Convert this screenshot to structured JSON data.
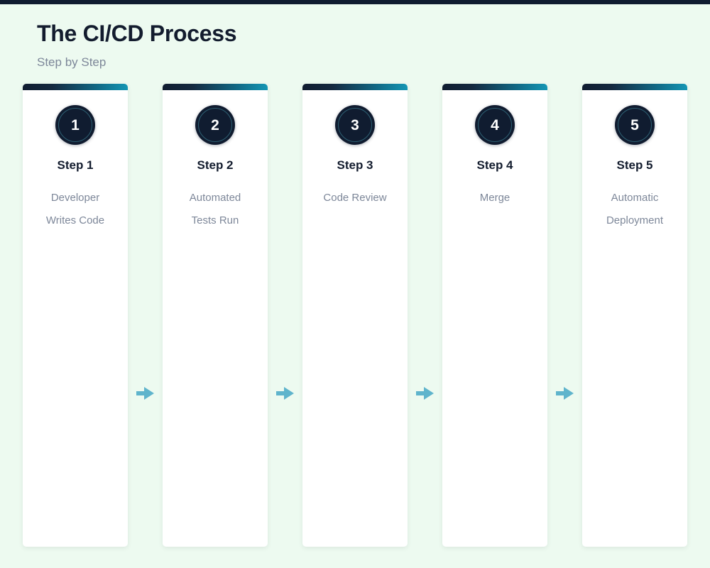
{
  "header": {
    "title": "The CI/CD Process",
    "subtitle": "Step by Step"
  },
  "colors": {
    "background": "#edfaf0",
    "card_background": "#ffffff",
    "top_strip": "#101c30",
    "title_text": "#131c2e",
    "muted_text": "#7d8799",
    "accent_gradient_start": "#101c30",
    "accent_gradient_end": "#1496b4",
    "badge_background": "#101c30",
    "badge_ring": "#2d5f72",
    "badge_number_text": "#ffffff",
    "arrow": "#5fb4cc"
  },
  "steps": [
    {
      "number": "1",
      "title": "Step 1",
      "description": "Developer Writes Code"
    },
    {
      "number": "2",
      "title": "Step 2",
      "description": "Automated Tests Run"
    },
    {
      "number": "3",
      "title": "Step 3",
      "description": "Code Review"
    },
    {
      "number": "4",
      "title": "Step 4",
      "description": "Merge"
    },
    {
      "number": "5",
      "title": "Step 5",
      "description": "Automatic Deployment"
    }
  ],
  "connectors": [
    {
      "icon": "arrow-right-icon"
    },
    {
      "icon": "arrow-right-icon"
    },
    {
      "icon": "arrow-right-icon"
    },
    {
      "icon": "arrow-right-icon"
    }
  ]
}
